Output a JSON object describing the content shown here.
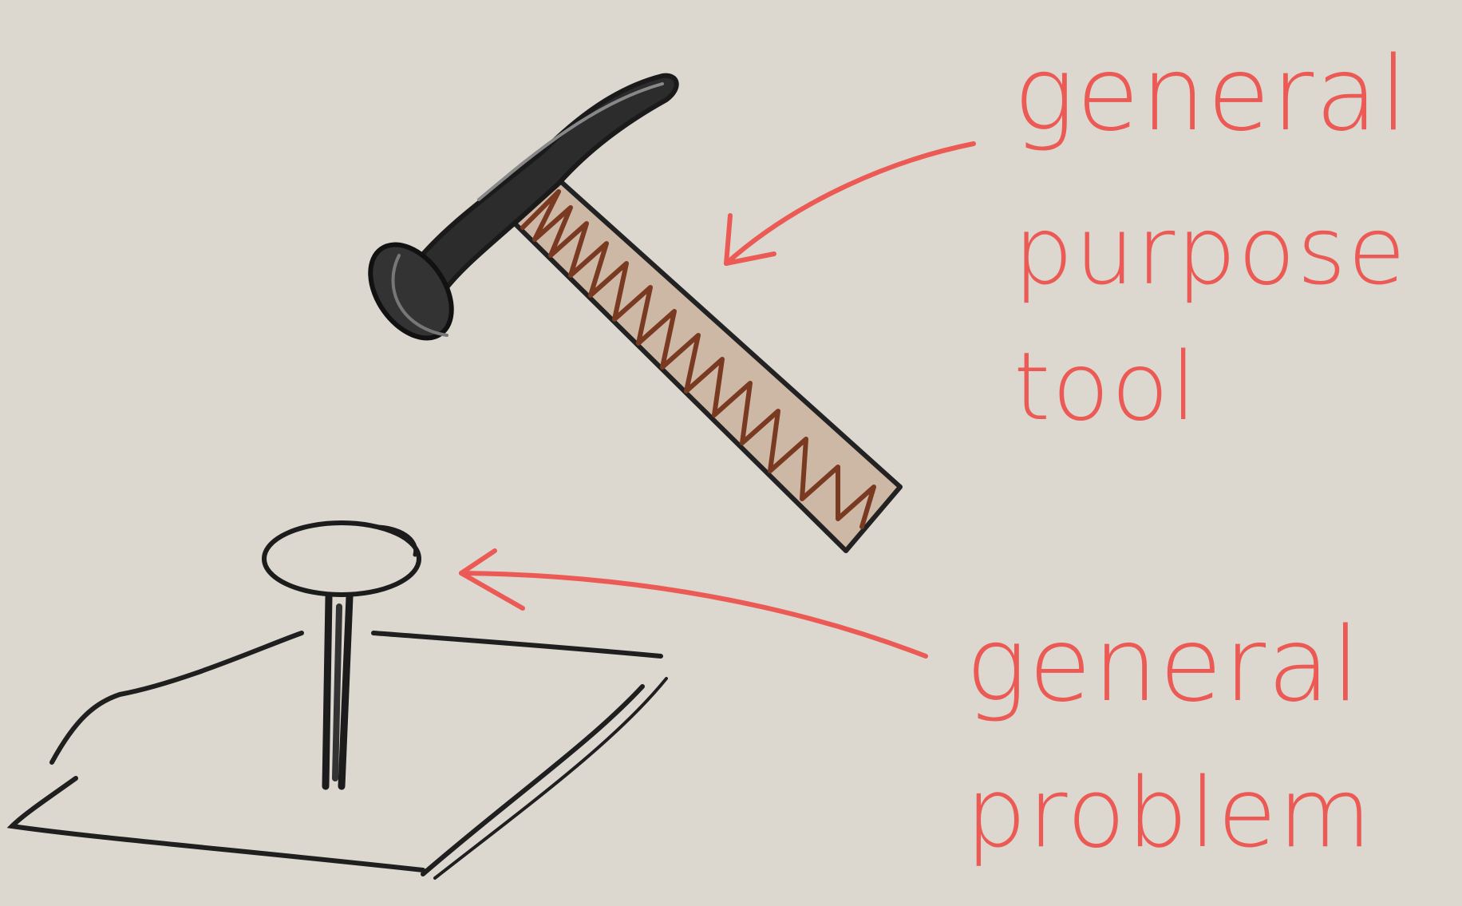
{
  "annotations": {
    "tool": {
      "line1": "general",
      "line2": "purpose",
      "line3": "tool"
    },
    "problem": {
      "line1": "general",
      "line2": "problem"
    }
  },
  "illustration": {
    "hammer": "hammer-icon",
    "nail": "nail-icon",
    "board": "board-icon"
  },
  "colors": {
    "paper": "#dcd8d0",
    "ink_red": "#ec5a55",
    "pencil_black": "#2a2a2a",
    "handle_brown": "#7a3a22"
  }
}
